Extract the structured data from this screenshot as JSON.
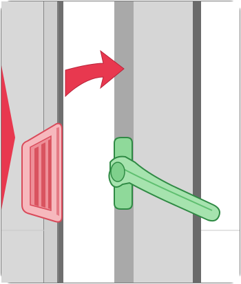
{
  "figure": {
    "kind": "instruction-illustration",
    "subjects": [
      "recessed-pull-handle",
      "lever-door-handle",
      "motion-arrow"
    ],
    "icons": {
      "arrow": "curved-arrow-right-icon",
      "side_marker": "chevron-right-icon"
    },
    "colors": {
      "frame_light": "#d9d9d9",
      "frame_mid": "#bdbdbd",
      "frame_dark": "#6e6e6e",
      "outline": "#555555",
      "pull_fill": "#f4a6ab",
      "pull_stroke": "#d94a5a",
      "arrow_red": "#e8384f",
      "handle_fill": "#8fd99a",
      "handle_stroke": "#2f8a44",
      "background": "#ffffff"
    }
  }
}
